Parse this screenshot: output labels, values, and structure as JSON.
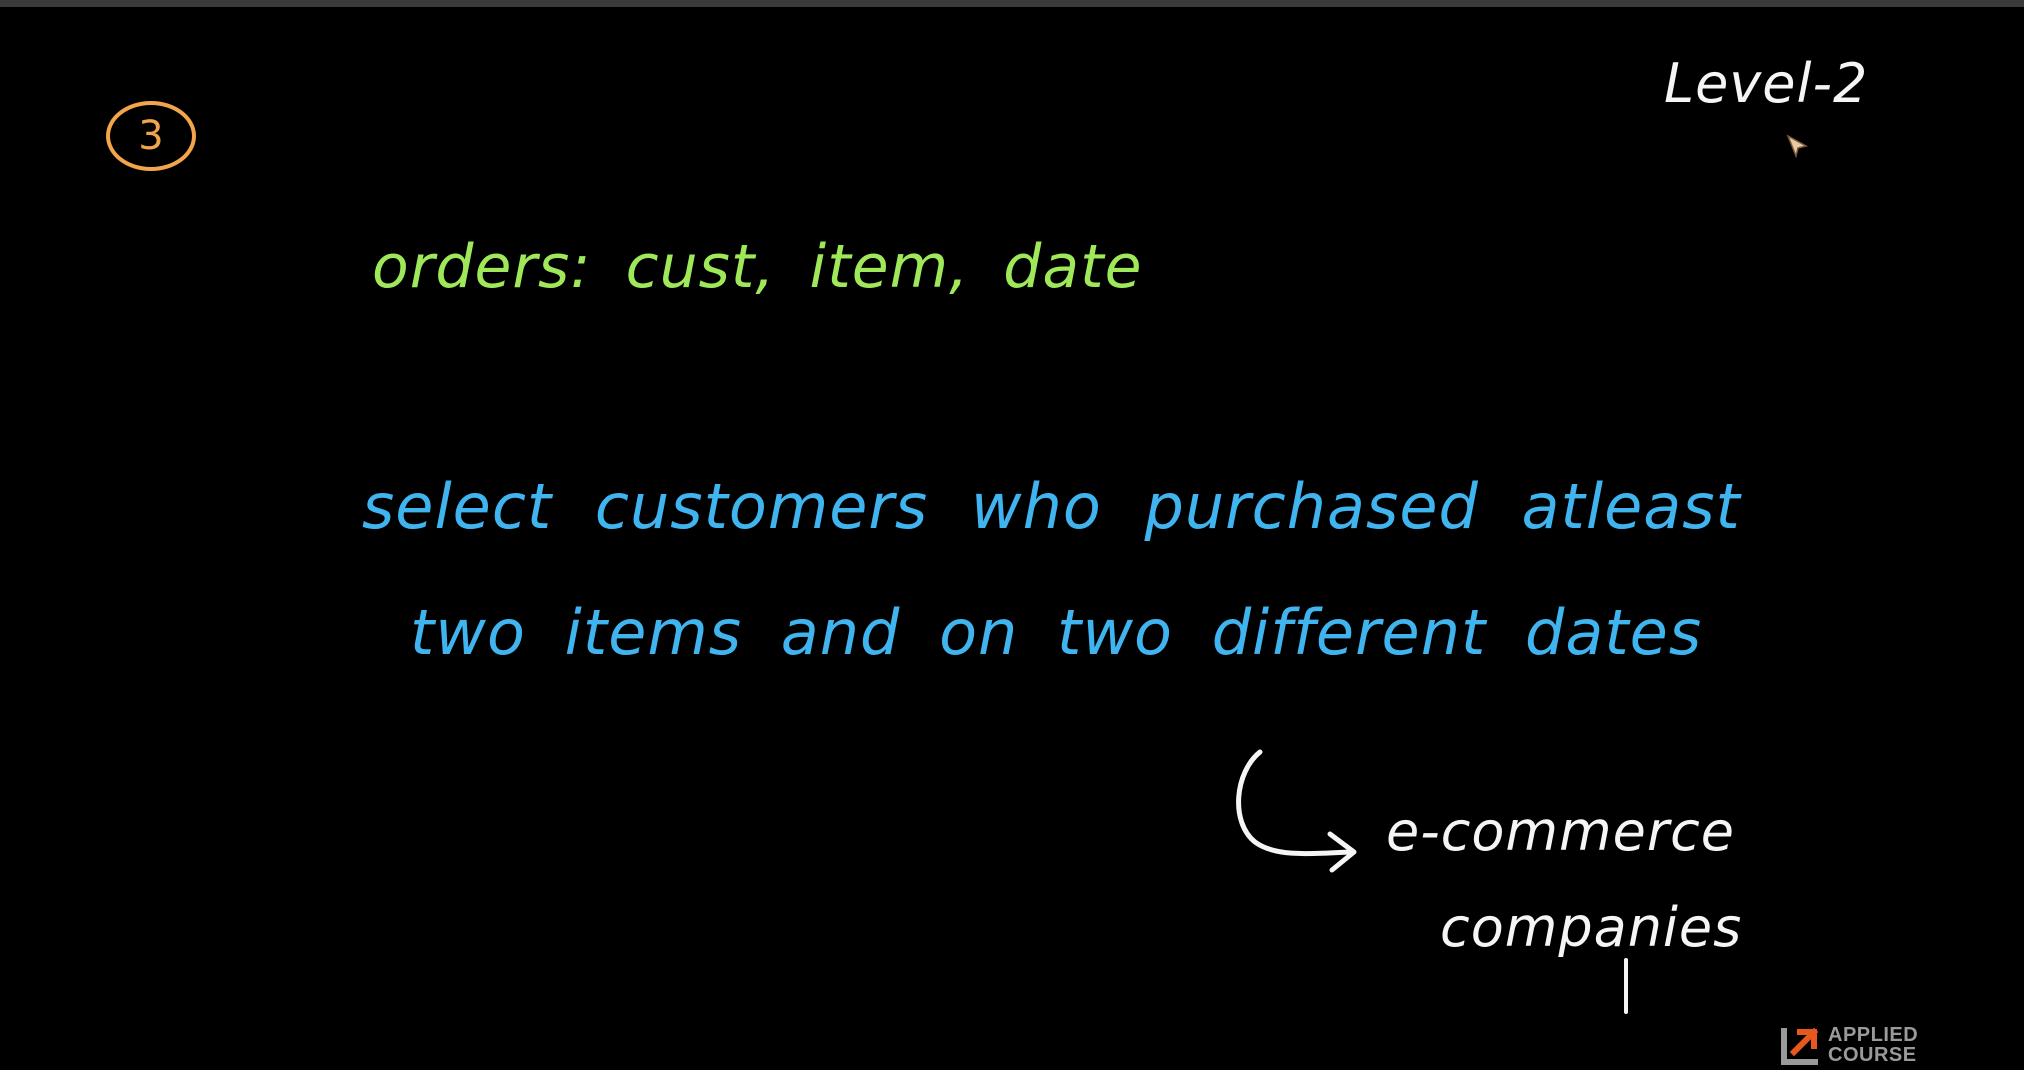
{
  "board": {
    "question_number": "3",
    "level": "Level-2",
    "schema": "orders: cust, item, date",
    "prompt": {
      "line1": "select customers who purchased atleast",
      "line2": "two items and on two different dates"
    },
    "note": {
      "line1": "e-commerce",
      "line2": "companies"
    }
  },
  "logo": {
    "line1": "APPLIED",
    "line2": "COURSE"
  },
  "colors": {
    "background": "#000000",
    "question_number": "#f2a54a",
    "schema": "#9ee85a",
    "prompt": "#3fb4ef",
    "note": "#f5f5f5"
  },
  "icons": {
    "note_arrow": "curved-arrow-icon",
    "logo_mark": "applied-course-logo-icon"
  }
}
